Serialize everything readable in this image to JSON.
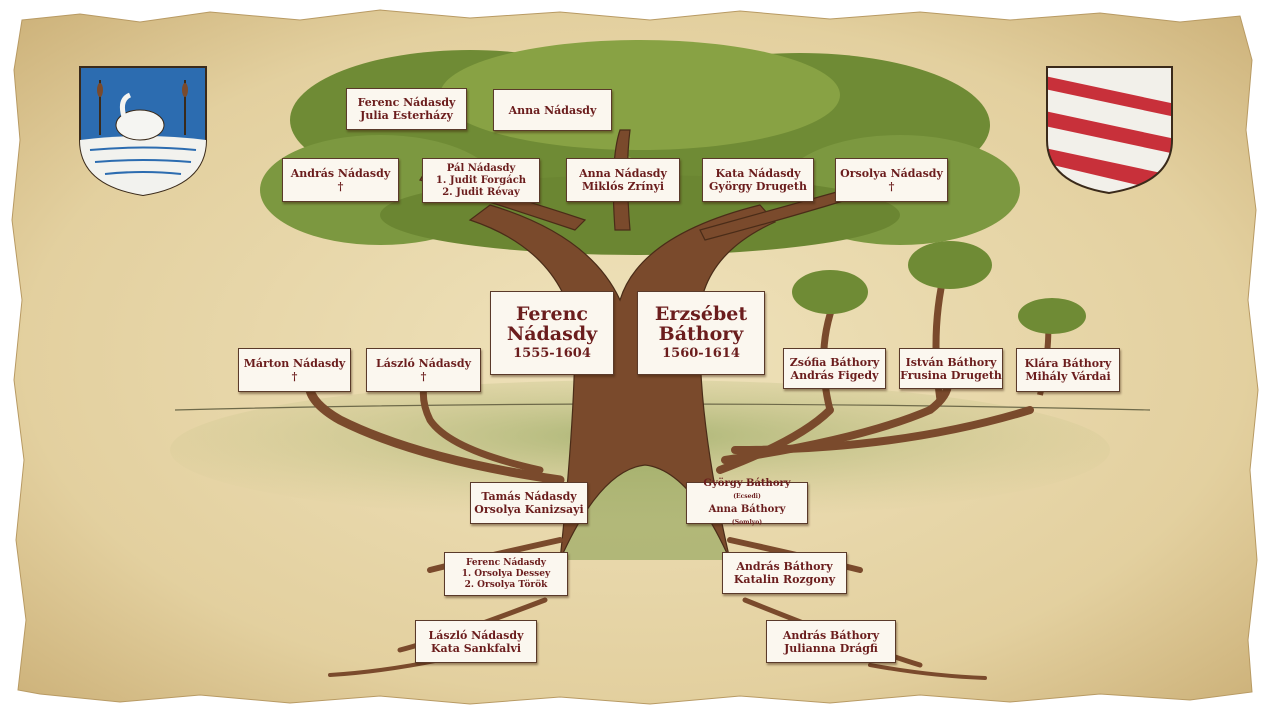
{
  "people": {
    "ferenc_julia": {
      "line1": "Ferenc Nádasdy",
      "line2": "Julia Esterházy"
    },
    "anna_top": {
      "line1": "Anna Nádasdy"
    },
    "andras_nadasdy": {
      "line1": "András Nádasdy",
      "line2": "†"
    },
    "pal": {
      "line1": "Pál Nádasdy",
      "line2": "1. Judit Forgách",
      "line3": "2. Judit Révay"
    },
    "anna_miklos": {
      "line1": "Anna Nádasdy",
      "line2": "Miklós Zrínyi"
    },
    "kata_gyorgy": {
      "line1": "Kata Nádasdy",
      "line2": "György Drugeth"
    },
    "orsolya_top": {
      "line1": "Orsolya Nádasdy",
      "line2": "†"
    },
    "ferenc_main": {
      "line1": "Ferenc",
      "line2": "Nádasdy",
      "years": "1555-1604"
    },
    "erzsebet_main": {
      "line1": "Erzsébet",
      "line2": "Báthory",
      "years": "1560-1614"
    },
    "marton": {
      "line1": "Márton Nádasdy",
      "line2": "†"
    },
    "laszlo_top": {
      "line1": "László Nádasdy",
      "line2": "†"
    },
    "zsofia": {
      "line1": "Zsófia Báthory",
      "line2": "András Figedy"
    },
    "istvan": {
      "line1": "István Báthory",
      "line2": "Frusina Drugeth"
    },
    "klara": {
      "line1": "Klára Báthory",
      "line2": "Mihály Várdai"
    },
    "tamas": {
      "line1": "Tamás Nádasdy",
      "line2": "Orsolya Kanizsayi"
    },
    "gyorgy_anna": {
      "line1": "György Báthory",
      "line1_note": "(Ecsedi)",
      "line2": "Anna Báthory",
      "line2_note": "(Somlyo)"
    },
    "ferenc_low": {
      "line1": "Ferenc Nádasdy",
      "line2": "1. Orsolya Dessey",
      "line3": "2. Orsolya Török"
    },
    "andras_katalin": {
      "line1": "András Báthory",
      "line2": "Katalin Rozgony"
    },
    "laszlo_kata": {
      "line1": "László Nádasdy",
      "line2": "Kata Sankfalvi"
    },
    "andras_julianna": {
      "line1": "András Báthory",
      "line2": "Julianna Drágfi"
    }
  },
  "colors": {
    "parchment": "#e6d5a8",
    "trunk": "#7a4a2c",
    "foliage": "#7f9a3a",
    "label_text": "#6b1d1d",
    "shield_blue": "#2c6cb0",
    "shield_red": "#c8303a"
  },
  "icons": {
    "left_crest": "swan-coat-of-arms-icon",
    "right_crest": "red-stripes-coat-of-arms-icon"
  }
}
